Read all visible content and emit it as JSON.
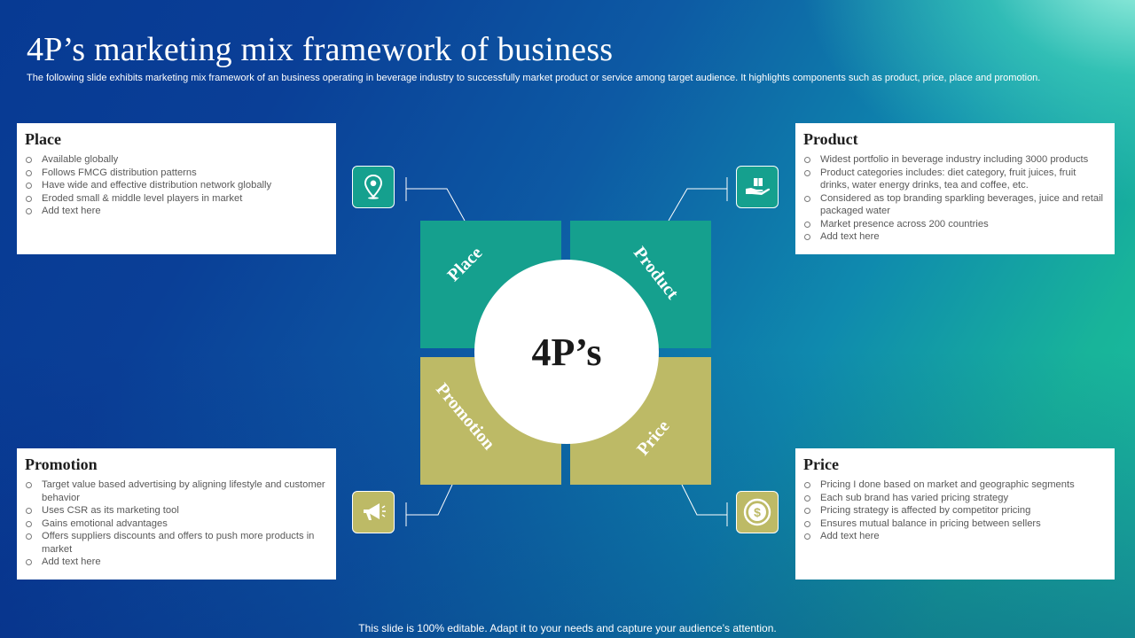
{
  "slide": {
    "title": "4P’s marketing mix framework of business",
    "subtitle": "The following slide exhibits marketing mix framework of an business operating in beverage industry to successfully market product or service among target audience. It highlights components such as product, price, place and promotion.",
    "footer": "This slide is 100% editable. Adapt it to your needs and capture your audience’s attention."
  },
  "center": {
    "label": "4P’s"
  },
  "tiles": {
    "place": "Place",
    "product": "Product",
    "promotion": "Promotion",
    "price": "Price"
  },
  "icons": {
    "place": "location-pin-icon",
    "product": "hand-box-icon",
    "promotion": "megaphone-icon",
    "price": "dollar-coin-icon"
  },
  "colors": {
    "teal": "#15a08e",
    "olive": "#bdba66"
  },
  "cards": {
    "place": {
      "heading": "Place",
      "items": [
        "Available globally",
        "Follows FMCG distribution patterns",
        "Have wide and effective distribution network globally",
        "Eroded small & middle level players in market",
        "Add text here"
      ]
    },
    "product": {
      "heading": "Product",
      "items": [
        "Widest portfolio in beverage industry including 3000 products",
        "Product categories includes: diet category, fruit juices, fruit drinks, water energy drinks, tea and coffee, etc.",
        "Considered as top branding sparkling beverages, juice and retail packaged water",
        "Market presence across 200 countries",
        "Add text here"
      ]
    },
    "promotion": {
      "heading": "Promotion",
      "items": [
        "Target value based advertising by aligning lifestyle and customer behavior",
        "Uses CSR as its marketing tool",
        "Gains emotional advantages",
        "Offers suppliers discounts and offers to push more products in market",
        "Add text here"
      ]
    },
    "price": {
      "heading": "Price",
      "items": [
        "Pricing I done based on market and geographic segments",
        "Each sub brand has varied pricing strategy",
        "Pricing strategy is affected by competitor pricing",
        "Ensures mutual balance in pricing between sellers",
        "Add text here"
      ]
    }
  }
}
